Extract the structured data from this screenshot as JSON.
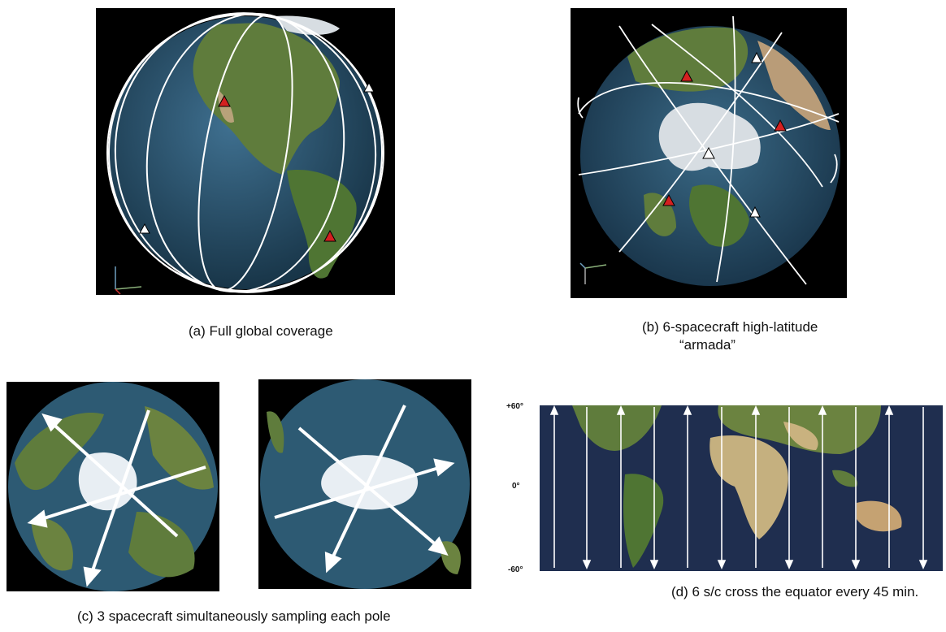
{
  "figure": {
    "panel_a": {
      "caption": "(a) Full global coverage"
    },
    "panel_b": {
      "caption_line1": "(b) 6-spacecraft high-latitude",
      "caption_line2": "“armada”"
    },
    "panel_c": {
      "caption": "(c) 3 spacecraft simultaneously sampling each pole"
    },
    "panel_d": {
      "caption": "(d) 6 s/c cross the equator every 45 min.",
      "lat_ticks": {
        "top": "+60°",
        "mid": "0°",
        "bottom": "-60°"
      }
    }
  },
  "colors": {
    "space": "#000000",
    "ocean": "#2d5a73",
    "land": "#5c7a3a",
    "ice": "#e8eef3",
    "orbit": "#ffffff",
    "marker_red": "#d42020",
    "marker_white": "#ffffff",
    "map_ocean": "#1f2e4f"
  }
}
